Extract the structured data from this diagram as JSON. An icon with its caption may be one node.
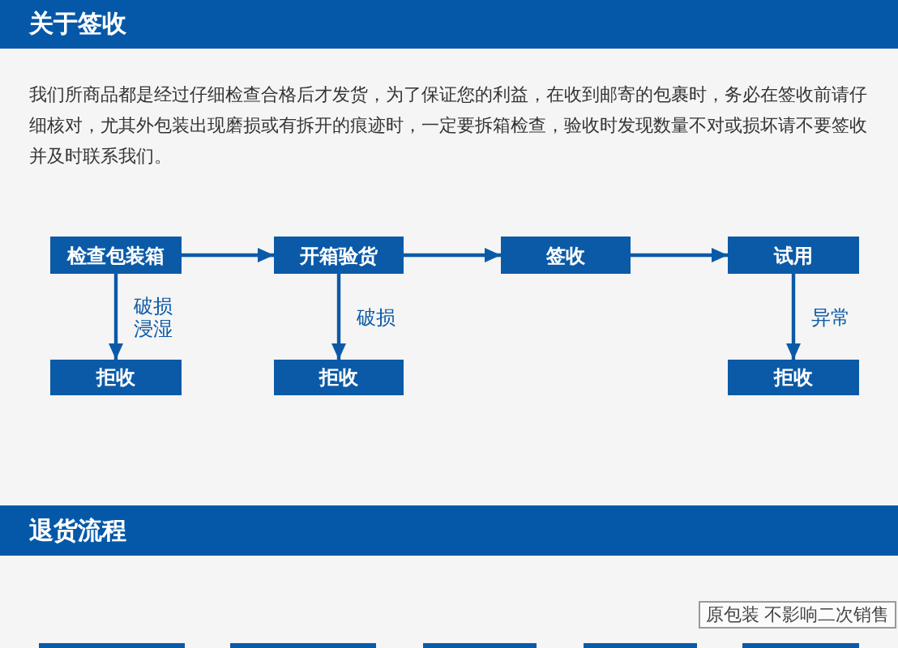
{
  "diagram": {
    "nodes": [
      {
        "text": [
          "关于签收"
        ]
      },
      {
        "text": [
          "检查包装箱"
        ]
      },
      {
        "text": [
          "开箱验货"
        ]
      },
      {
        "text": [
          "签收"
        ]
      },
      {
        "text": [
          "试用"
        ]
      },
      {
        "text": [
          "拒收"
        ]
      },
      {
        "text": [
          "拒收"
        ]
      },
      {
        "text": [
          "拒收"
        ]
      },
      {
        "text": [
          "退货流程"
        ]
      },
      {
        "text": [
          "原包装 不影响二次销售"
        ]
      },
      {
        "text": [],
        "shape": "box"
      },
      {
        "text": [],
        "shape": "box"
      },
      {
        "text": [],
        "shape": "box"
      },
      {
        "text": [],
        "shape": "box"
      },
      {
        "text": [],
        "shape": "box"
      }
    ],
    "edges": [
      {
        "from": 1,
        "to": 2,
        "arrow": "to"
      },
      {
        "from": 2,
        "to": 3,
        "arrow": "to"
      },
      {
        "from": 3,
        "to": 4,
        "arrow": "to"
      },
      {
        "from": 1,
        "to": 5,
        "arrow": "to",
        "label": "破损浸湿"
      },
      {
        "from": 2,
        "to": 6,
        "arrow": "to",
        "label": "破损"
      },
      {
        "from": 4,
        "to": 7,
        "arrow": "to",
        "label": "异常"
      }
    ],
    "labels": [
      "我们所商品都是经过仔细检查合格后才发货，为了保证您的利益，在收到邮寄的包裹时，务必在签收前请仔细核对，尤其外包装出现磨损或有拆开的痕迹时，一定要拆箱检查，验收时发现数量不对或损坏请不要签收并及时联系我们。"
    ]
  }
}
